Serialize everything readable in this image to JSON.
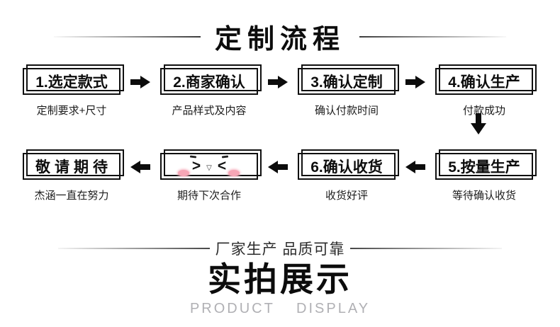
{
  "flow": {
    "title": "定制流程",
    "row1": [
      {
        "box": "1.选定款式",
        "caption": "定制要求+尺寸"
      },
      {
        "box": "2.商家确认",
        "caption": "产品样式及内容"
      },
      {
        "box": "3.确认定制",
        "caption": "确认付款时间"
      },
      {
        "box": "4.确认生产",
        "caption": "付款成功"
      }
    ],
    "row2": [
      {
        "box": "敬请期待",
        "caption": "杰涵一直在努力"
      },
      {
        "caption": "期待下次合作",
        "emoticon": {
          "left_eye": ">",
          "mouth": "▽",
          "right_eye": "<"
        }
      },
      {
        "box": "6.确认收货",
        "caption": "收货好评"
      },
      {
        "box": "5.按量生产",
        "caption": "等待确认收货"
      }
    ]
  },
  "display": {
    "divider_label": "厂家生产 品质可靠",
    "title": "实拍展示",
    "subtitle": "PRODUCT DISPLAY"
  },
  "colors": {
    "ink": "#111111",
    "blush_pink": "#f7a6b6",
    "subtitle_gray": "#b0b0b4"
  }
}
